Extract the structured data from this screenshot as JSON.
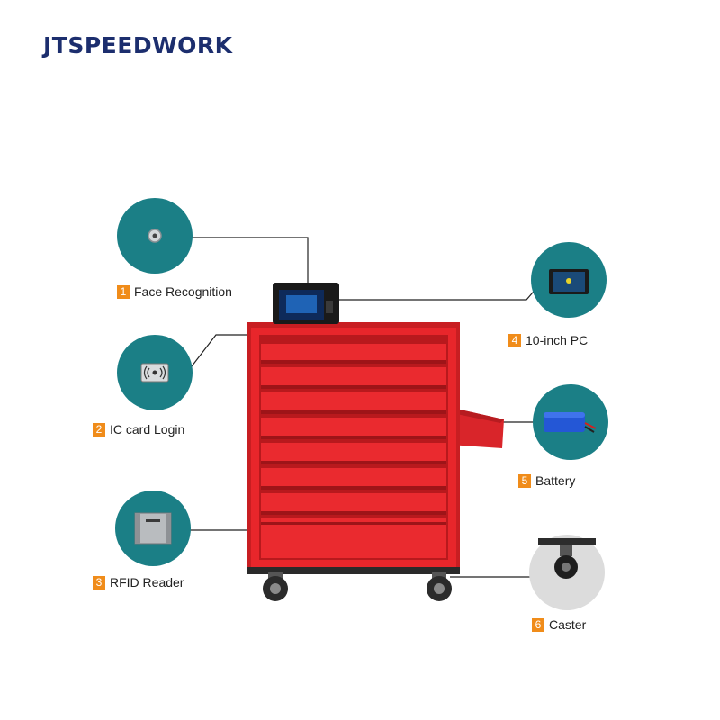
{
  "brand": "JTSPEEDWORK",
  "colors": {
    "brand": "#1c2e6e",
    "circle": "#1b7f86",
    "cabinet": "#e8262b",
    "badge": "#f08c1a"
  },
  "features": [
    {
      "number": "1",
      "label": "Face Recognition",
      "icon": "face-camera-icon"
    },
    {
      "number": "2",
      "label": "IC card Login",
      "icon": "ic-card-reader-icon"
    },
    {
      "number": "3",
      "label": "RFID Reader",
      "icon": "rfid-reader-icon"
    },
    {
      "number": "4",
      "label": "10-inch PC",
      "icon": "tablet-pc-icon"
    },
    {
      "number": "5",
      "label": "Battery",
      "icon": "battery-pack-icon"
    },
    {
      "number": "6",
      "label": "Caster",
      "icon": "caster-wheel-icon"
    }
  ]
}
